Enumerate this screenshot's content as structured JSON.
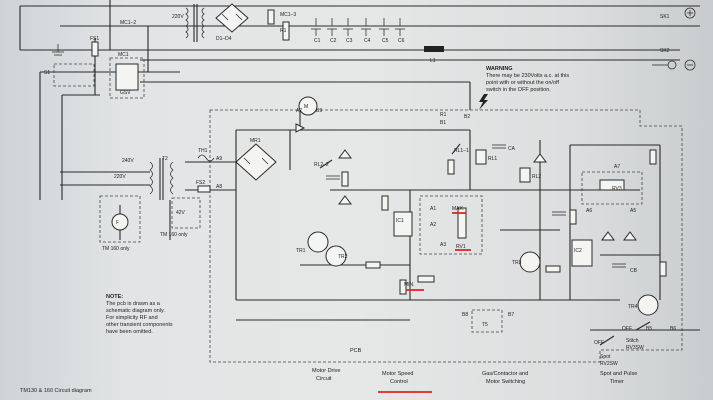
{
  "caption": "TM130 & 160 Circuit diagram",
  "pcb_label": "PCB",
  "warning": {
    "title": "WARNING",
    "line1": "There may be 230Volts a.c. at this",
    "line2": "point with or without the on/off",
    "line3": "switch in the OFF position."
  },
  "note": {
    "title": "NOTE:",
    "line1": "The pcb is drawn as a",
    "line2": "schematic diagram only.",
    "line3": "For simplicity RF and",
    "line4": "other transient components",
    "line5": "have been omitted."
  },
  "sections": {
    "motor_drive_1": "Motor Drive",
    "motor_drive_2": "Circuit",
    "motor_speed_1": "Motor Speed",
    "motor_speed_2": "Control",
    "gas_1": "Gas/Contactor and",
    "gas_2": "Motor Switching",
    "spot_1": "Spot and Pulse",
    "spot_2": "Timer"
  },
  "labels": {
    "v220": "220V",
    "v240": "240V",
    "v42": "42V",
    "d1d4": "D1–D4",
    "mc13": "MC1–3",
    "mc12": "MC1–2",
    "mc1": "MC1",
    "r1": "R1",
    "c1": "C1",
    "c2": "C2",
    "c3": "C3",
    "c4": "C4",
    "c5": "C5",
    "c6": "C6",
    "fs1": "FS1",
    "fs2": "FS2",
    "s1": "S1",
    "gsv": "GSV",
    "l1": "L1",
    "sk1": "SK1",
    "sk2": "SK2",
    "m": "M",
    "a7": "A7",
    "b9": "B9",
    "b1": "B1",
    "b2": "B2",
    "t2": "T2",
    "th1": "TH1",
    "a9": "A9",
    "a8": "A8",
    "f": "F",
    "tm160only": "TM 160 only",
    "mr1": "MR1",
    "rl22": "RL2–2",
    "rl11": "RL1–1",
    "rl1": "RL1",
    "rl2": "RL2",
    "ca": "CA",
    "ic1": "IC1",
    "ic2": "IC2",
    "a1": "A1",
    "a2": "A2",
    "a3": "A3",
    "max": "MAX.",
    "rv1": "RV1",
    "min": "MIN.",
    "tr1": "TR1",
    "tr2": "TR2",
    "tr3": "TR3",
    "tr4": "TR4",
    "rv3": "RV3",
    "a5": "A5",
    "a6": "A6",
    "cb": "CB",
    "b5": "B5",
    "b6": "B6",
    "b7": "B7",
    "b8": "B8",
    "t5": "T5",
    "off": "OFF",
    "stitch": "Stitch",
    "rv3sw": "RV3SW",
    "spot": "Spot",
    "rv2sw": "RV2SW"
  },
  "colors": {
    "annotation_red": "#e0261b",
    "ink": "#222222",
    "paper": "#e4e5e5"
  }
}
